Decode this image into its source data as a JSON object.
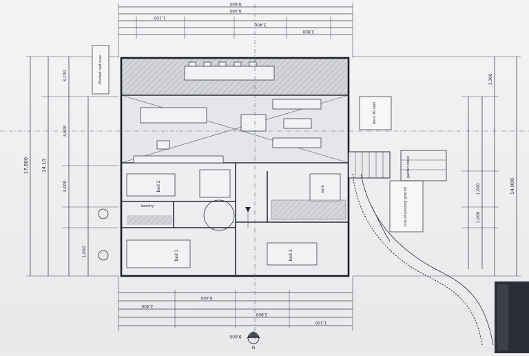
{
  "drawing": {
    "top_dims": [
      "9,600",
      "9,400",
      "1,100",
      "3,400",
      "3,800"
    ],
    "left_overall": "17,800",
    "left_inner": "14,10",
    "left_segments": [
      "3,700",
      "3,500",
      "3,000",
      "1,000"
    ],
    "right_overall": "14,000",
    "right_segments": [
      "3,300",
      "1,000",
      "1,000"
    ],
    "bottom_dims": [
      "9,600",
      "9,400",
      "3,400",
      "3,800",
      "1,100"
    ],
    "rooms": {
      "bed_2": "bed 2",
      "bed_1": "bed 1",
      "bed_3": "bed 3",
      "laundry": "laundry",
      "bath": "bath"
    },
    "notes": {
      "top_left": "Pitched roof over",
      "right_box": "Deck 90 sqm",
      "right_lower": "Line of existing ground",
      "garden": "garden steps"
    },
    "north_label": "N"
  }
}
